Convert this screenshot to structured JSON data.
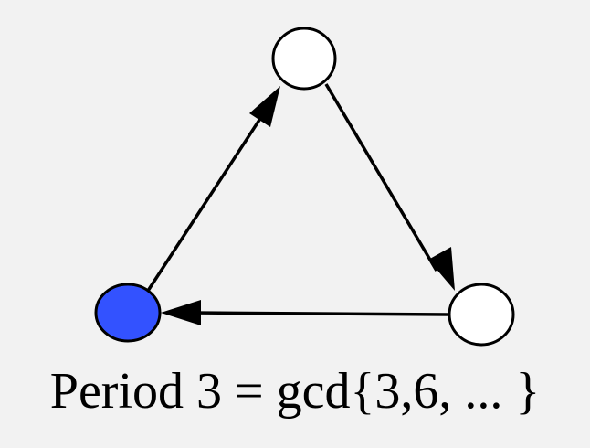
{
  "diagram": {
    "caption": "Period 3 = gcd{3,6, ... }",
    "nodes": [
      {
        "id": "top",
        "fill": "#ffffff",
        "highlighted": false
      },
      {
        "id": "bottom-right",
        "fill": "#ffffff",
        "highlighted": false
      },
      {
        "id": "bottom-left",
        "fill": "#3352ff",
        "highlighted": true
      }
    ],
    "edges": [
      {
        "from": "bottom-left",
        "to": "top"
      },
      {
        "from": "top",
        "to": "bottom-right"
      },
      {
        "from": "bottom-right",
        "to": "bottom-left"
      }
    ],
    "colors": {
      "background": "#f2f2f2",
      "stroke": "#000000",
      "highlight": "#3352ff"
    }
  }
}
